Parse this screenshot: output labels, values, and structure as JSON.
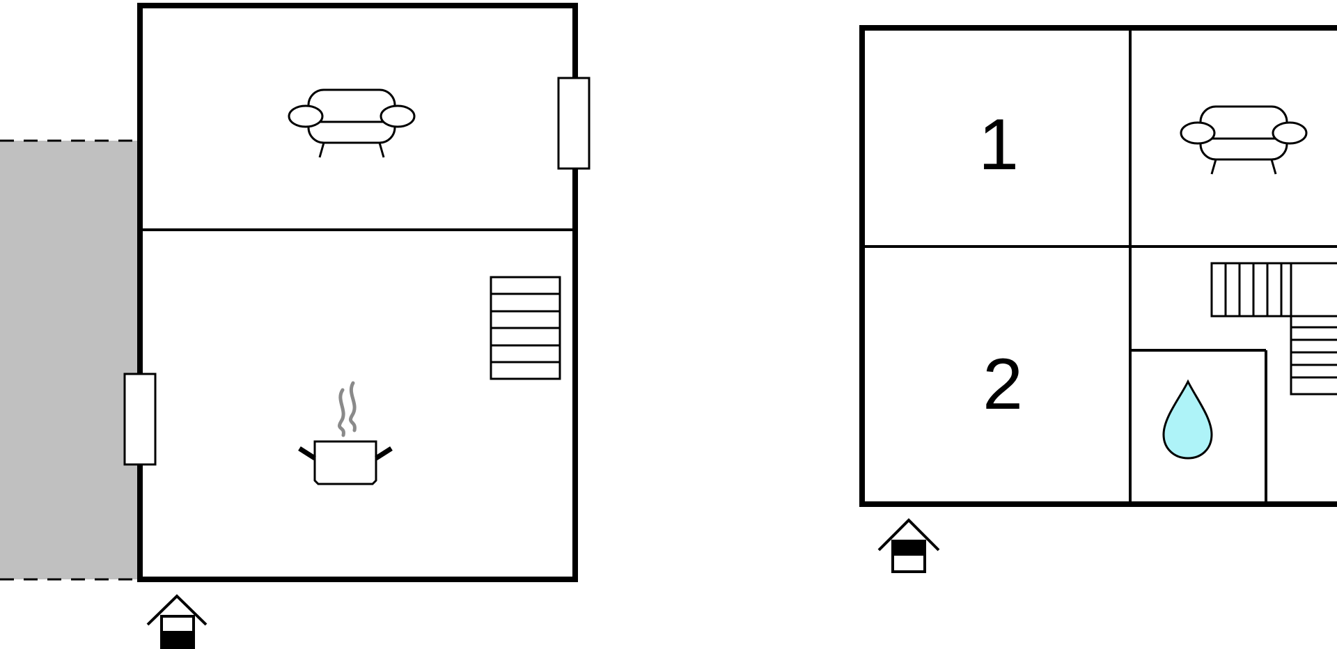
{
  "floors": [
    {
      "id": "ground-floor",
      "rooms": [
        {
          "id": "living-room",
          "icon": "sofa-icon"
        },
        {
          "id": "kitchen",
          "icon": "cooking-pot-icon"
        }
      ],
      "features": [
        "staircase-icon",
        "entrance-icon",
        "window",
        "terrace"
      ]
    },
    {
      "id": "upper-floor",
      "rooms": [
        {
          "id": "bedroom-1",
          "label": "1",
          "icon": ""
        },
        {
          "id": "bedroom-2",
          "label": "2",
          "icon": ""
        },
        {
          "id": "living-room",
          "icon": "sofa-icon"
        },
        {
          "id": "bathroom",
          "icon": "water-drop-icon"
        }
      ],
      "features": [
        "staircase-icon",
        "entrance-icon"
      ]
    }
  ],
  "colors": {
    "wall": "#000000",
    "terrace": "#c0c0c0",
    "steam": "#8a8a8a",
    "water": "#aef3f8",
    "background": "#ffffff"
  }
}
